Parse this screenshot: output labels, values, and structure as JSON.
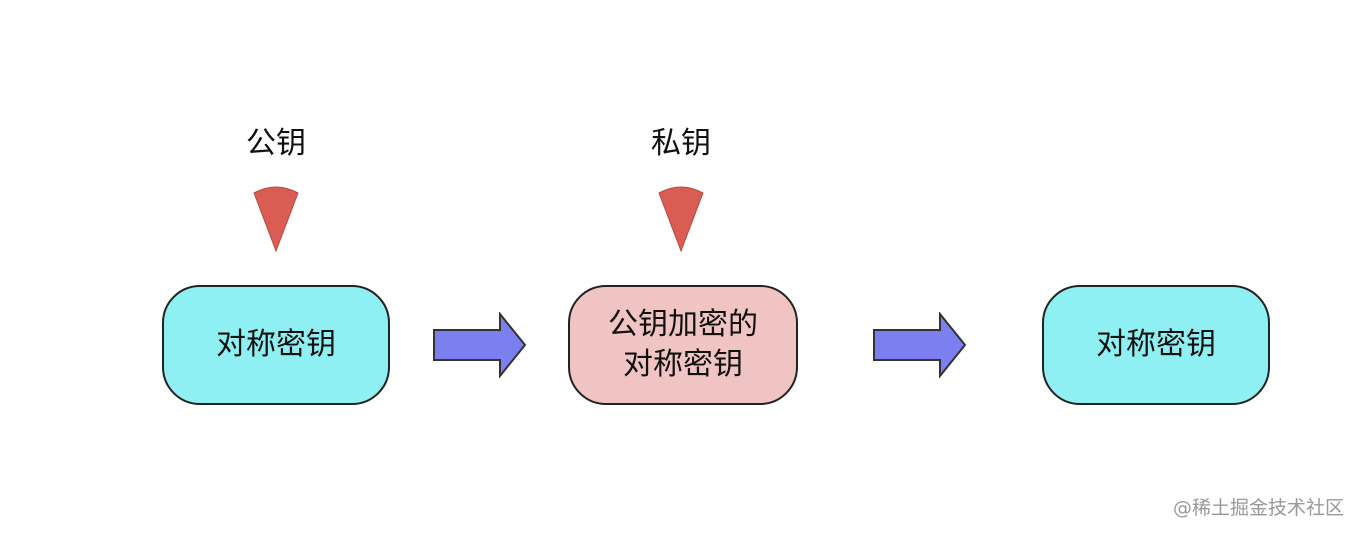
{
  "keys": {
    "public_key_label": "公钥",
    "private_key_label": "私钥",
    "key_color": "#d95d52"
  },
  "boxes": {
    "left": {
      "text": "对称密钥",
      "color": "#8ef0f3"
    },
    "middle": {
      "line1": "公钥加密的",
      "line2": "对称密钥",
      "color": "#efc4c2"
    },
    "right": {
      "text": "对称密钥",
      "color": "#8ef0f3"
    }
  },
  "arrows": {
    "color": "#7b7ff0"
  },
  "watermark": "@稀土掘金技术社区"
}
